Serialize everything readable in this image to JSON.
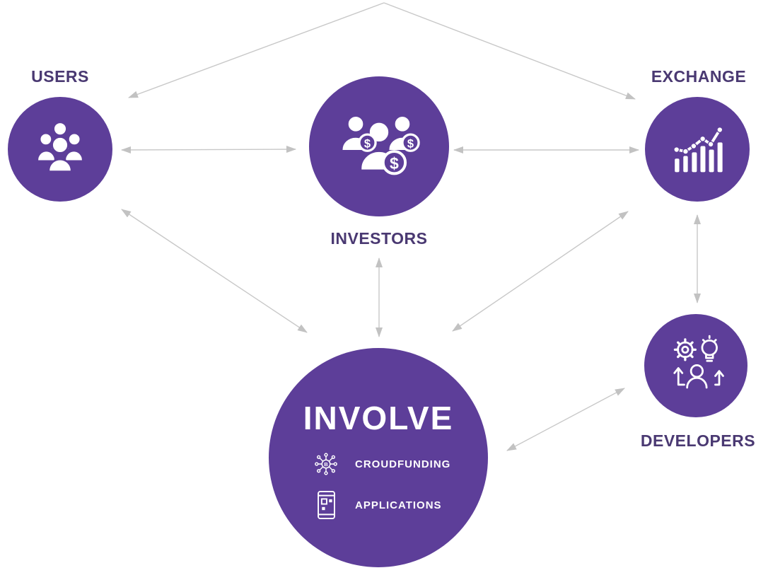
{
  "diagram": {
    "center_node": {
      "id": "involve",
      "label": "INVOLVE",
      "features": [
        {
          "icon": "blockchain-network-icon",
          "label": "CROUDFUNDING"
        },
        {
          "icon": "mobile-app-icon",
          "label": "APPLICATIONS"
        }
      ]
    },
    "nodes": [
      {
        "id": "users",
        "label": "USERS",
        "icon": "users-group-icon",
        "label_position": "top"
      },
      {
        "id": "investors",
        "label": "INVESTORS",
        "icon": "investors-dollar-icon",
        "label_position": "bottom"
      },
      {
        "id": "exchange",
        "label": "EXCHANGE",
        "icon": "growth-chart-icon",
        "label_position": "top"
      },
      {
        "id": "developers",
        "label": "DEVELOPERS",
        "icon": "developer-ideas-icon",
        "label_position": "bottom"
      }
    ],
    "edges": [
      {
        "from": "top-apex",
        "to": "users",
        "bidirectional": false
      },
      {
        "from": "top-apex",
        "to": "exchange",
        "bidirectional": false
      },
      {
        "from": "users",
        "to": "investors",
        "bidirectional": true
      },
      {
        "from": "investors",
        "to": "exchange",
        "bidirectional": true
      },
      {
        "from": "users",
        "to": "involve",
        "bidirectional": true
      },
      {
        "from": "investors",
        "to": "involve",
        "bidirectional": true
      },
      {
        "from": "exchange",
        "to": "involve",
        "bidirectional": true
      },
      {
        "from": "exchange",
        "to": "developers",
        "bidirectional": true
      },
      {
        "from": "developers",
        "to": "involve",
        "bidirectional": true
      }
    ],
    "icons": {
      "currency_symbol": "$",
      "blockchain_symbol": "B"
    },
    "colors": {
      "node_fill": "#5d3e99",
      "label_text": "#4a3972",
      "icon_color": "#ffffff",
      "arrow_color": "#c8c8c8",
      "background": "#ffffff"
    }
  }
}
